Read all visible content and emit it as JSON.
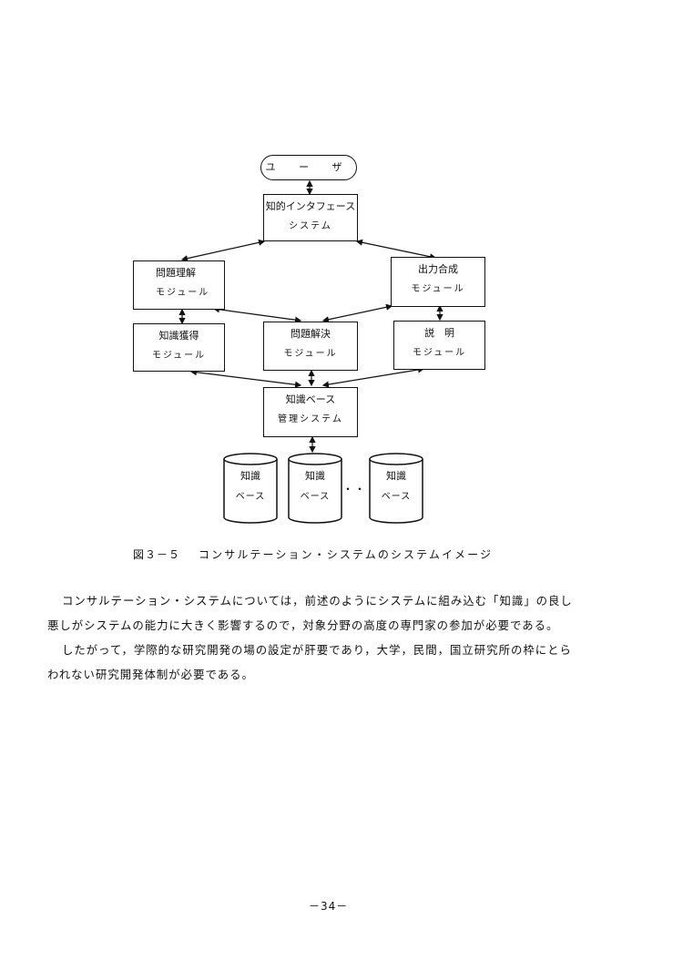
{
  "diagram": {
    "user": "ユ ー ザ",
    "interface": {
      "line1": "知的インタフェース",
      "line2": "システム"
    },
    "understanding": {
      "line1": "問題理解",
      "line2": "モジュール"
    },
    "output": {
      "line1": "出力合成",
      "line2": "モジュール"
    },
    "acquisition": {
      "line1": "知識獲得",
      "line2": "モジュール"
    },
    "solving": {
      "line1": "問題解決",
      "line2": "モジュール"
    },
    "explanation": {
      "line1": "説　明",
      "line2": "モジュール"
    },
    "kb_manager": {
      "line1": "知識ベース",
      "line2": "管理システム"
    },
    "databases": [
      {
        "line1": "知識",
        "line2": "ベース"
      },
      {
        "line1": "知識",
        "line2": "ベース"
      },
      {
        "line1": "知識",
        "line2": "ベース"
      }
    ],
    "ellipsis": "・・・・・"
  },
  "caption": {
    "figure": "図３－５",
    "title": "コンサルテーション・システムのシステムイメージ"
  },
  "body": {
    "p1_line1": "コンサルテーション・システムについては，前述のようにシステムに組み込む「知識」の良し",
    "p1_line2": "悪しがシステムの能力に大きく影響するので，対象分野の高度の専門家の参加が必要である。",
    "p2_line1": "したがって，学際的な研究開発の場の設定が肝要であり，大学，民間，国立研究所の枠にとら",
    "p2_line2": "われない研究開発体制が必要である。"
  },
  "page_number": "－34－"
}
